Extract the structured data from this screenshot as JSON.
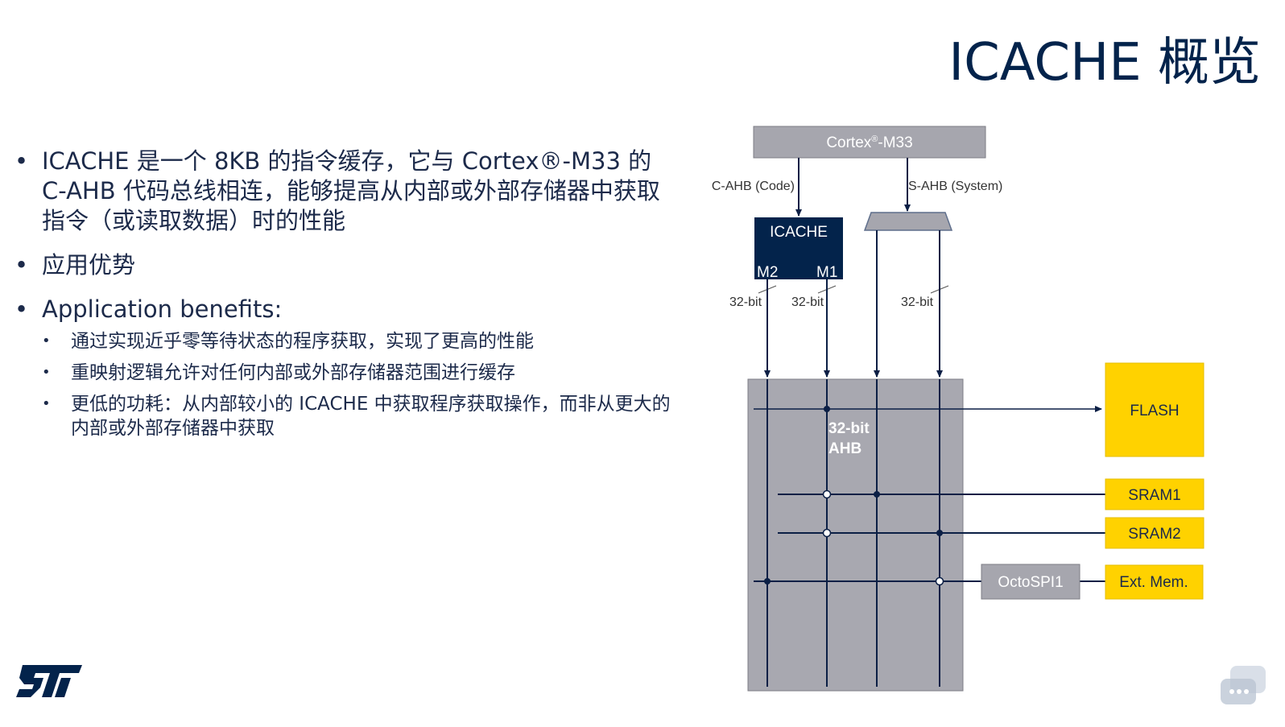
{
  "title": "ICACHE 概览",
  "bullets": [
    "ICACHE 是一个 8KB 的指令缓存，它与 Cortex®-M33 的 C-AHB 代码总线相连，能够提高从内部或外部存储器中获取指令（或读取数据）时的性能",
    "应用优势",
    "Application benefits:"
  ],
  "sub_bullets": [
    "通过实现近乎零等待状态的程序获取，实现了更高的性能",
    "重映射逻辑允许对任何内部或外部存储器范围进行缓存",
    "更低的功耗：从内部较小的 ICACHE 中获取程序获取操作，而非从更大的内部或外部存储器中获取"
  ],
  "bullet_symbol": "•",
  "diagram": {
    "cpu_name": "Cortex",
    "cpu_reg": "®",
    "cpu_suffix": "-M33",
    "c_ahb_label": "C-AHB (Code)",
    "s_ahb_label": "S-AHB (System)",
    "icache_label": "ICACHE",
    "m2_label": "M2",
    "m1_label": "M1",
    "bit_label": "32-bit",
    "ahb_label_line1": "32-bit",
    "ahb_label_line2": "AHB",
    "flash_label": "FLASH",
    "sram1_label": "SRAM1",
    "sram2_label": "SRAM2",
    "octospi_label": "OctoSPI1",
    "extmem_label": "Ext. Mem."
  },
  "colors": {
    "title": "#03234b",
    "dark_blue": "#03234b",
    "gray_box": "#a6a6ae",
    "matrix_bg": "#a8a8b0",
    "yellow": "#ffd200",
    "line": "#0b1f45"
  },
  "logo": "st-logo-icon"
}
